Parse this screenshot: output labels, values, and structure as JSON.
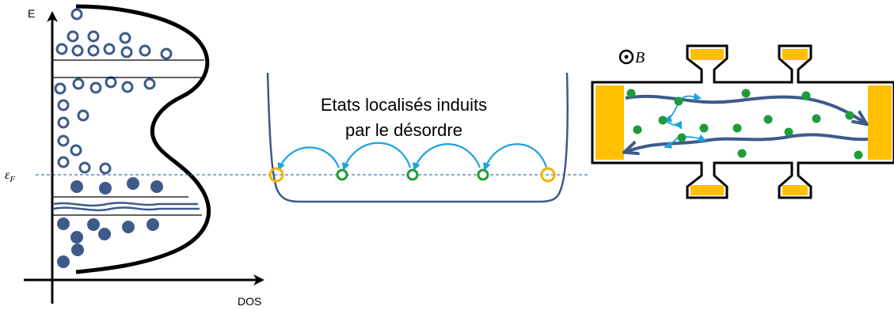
{
  "panel_dos": {
    "axis_e_label": "E",
    "axis_dos_label": "DOS",
    "fermi_label": "εF",
    "fermi_symbol": "ε",
    "fermi_subscript": "F"
  },
  "panel_well": {
    "caption_line1": "Etats localisés induits",
    "caption_line2": "par le désordre"
  },
  "panel_hall": {
    "field_label": "B"
  },
  "colors": {
    "curve": "#000000",
    "electron": "#3d5a8a",
    "hop_arrow": "#1aa3e0",
    "localized_state": "#1e9c3a",
    "edge_state": "#f2b200",
    "contact": "#ffc000",
    "fermi_line": "#4a6fb5"
  }
}
